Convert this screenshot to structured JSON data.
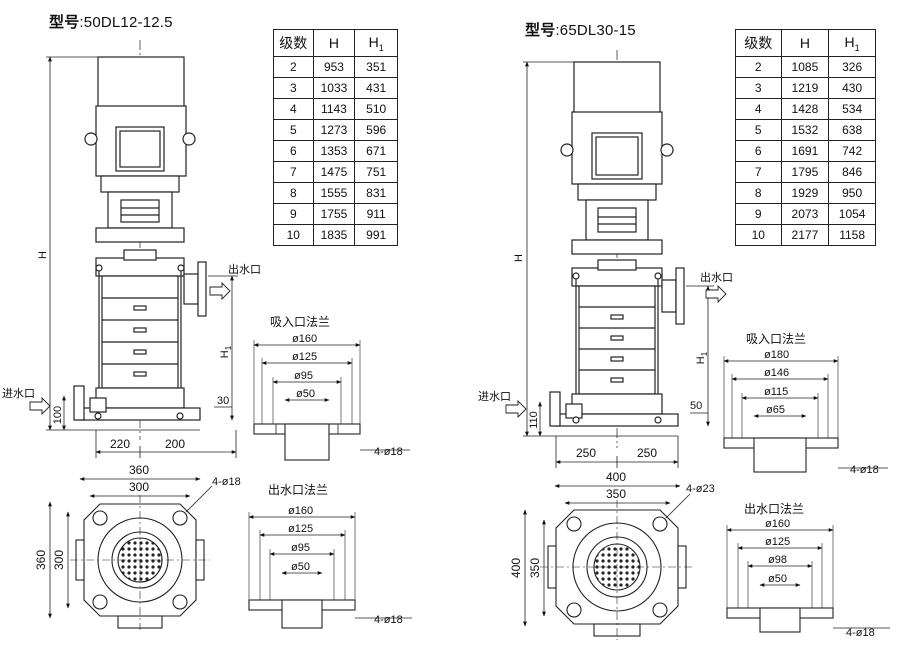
{
  "models": [
    {
      "prefix": "型号",
      "model": ":50DL12-12.5",
      "table_headers": [
        "级数",
        "H",
        "H",
        "1"
      ],
      "rows": [
        [
          "2",
          "953",
          "351"
        ],
        [
          "3",
          "1033",
          "431"
        ],
        [
          "4",
          "1143",
          "510"
        ],
        [
          "5",
          "1273",
          "596"
        ],
        [
          "6",
          "1353",
          "671"
        ],
        [
          "7",
          "1475",
          "751"
        ],
        [
          "8",
          "1555",
          "831"
        ],
        [
          "9",
          "1755",
          "911"
        ],
        [
          "10",
          "1835",
          "991"
        ]
      ],
      "front_dims": {
        "total_height": "H",
        "h1": "H1",
        "h1_main": "H",
        "h1_sub": "1",
        "base_left": "220",
        "base_right": "200",
        "inlet_height": "100",
        "outlet_offset": "30"
      },
      "inlet_label": "进水口",
      "outlet_label": "出水口",
      "plan_dims": {
        "width_outer": "360",
        "width_inner": "300",
        "height_outer": "360",
        "height_inner": "300",
        "bolts": "4-ø18"
      },
      "suction_flange": {
        "title": "吸入口法兰",
        "d1": "ø160",
        "d2": "ø125",
        "d3": "ø95",
        "d4": "ø50",
        "bolts": "4-ø18"
      },
      "discharge_flange": {
        "title": "出水口法兰",
        "d1": "ø160",
        "d2": "ø125",
        "d3": "ø95",
        "d4": "ø50",
        "bolts": "4-ø18"
      }
    },
    {
      "prefix": "型号",
      "model": ":65DL30-15",
      "table_headers": [
        "级数",
        "H",
        "H",
        "1"
      ],
      "rows": [
        [
          "2",
          "1085",
          "326"
        ],
        [
          "3",
          "1219",
          "430"
        ],
        [
          "4",
          "1428",
          "534"
        ],
        [
          "5",
          "1532",
          "638"
        ],
        [
          "6",
          "1691",
          "742"
        ],
        [
          "7",
          "1795",
          "846"
        ],
        [
          "8",
          "1929",
          "950"
        ],
        [
          "9",
          "2073",
          "1054"
        ],
        [
          "10",
          "2177",
          "1158"
        ]
      ],
      "front_dims": {
        "total_height": "H",
        "h1": "H1",
        "h1_main": "H",
        "h1_sub": "1",
        "base_left": "250",
        "base_right": "250",
        "inlet_height": "110",
        "outlet_offset": "50"
      },
      "inlet_label": "进水口",
      "outlet_label": "出水口",
      "plan_dims": {
        "width_outer": "400",
        "width_inner": "350",
        "height_outer": "400",
        "height_inner": "350",
        "bolts": "4-ø23"
      },
      "suction_flange": {
        "title": "吸入口法兰",
        "d1": "ø180",
        "d2": "ø146",
        "d3": "ø115",
        "d4": "ø65",
        "bolts": "4-ø18"
      },
      "discharge_flange": {
        "title": "出水口法兰",
        "d1": "ø160",
        "d2": "ø125",
        "d3": "ø98",
        "d4": "ø50",
        "bolts": "4-ø18"
      }
    }
  ]
}
